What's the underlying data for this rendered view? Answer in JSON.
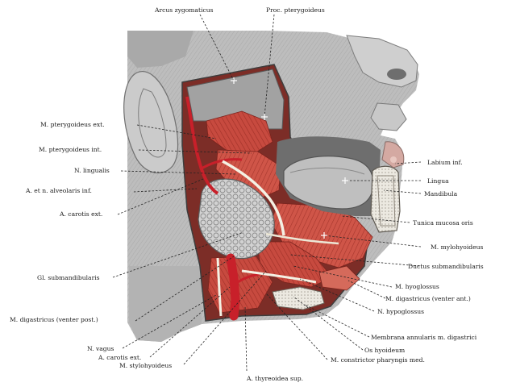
{
  "figure": {
    "labels": {
      "arcus_zygomaticus": "Arcus zygomaticus",
      "proc_pterygoideus": "Proc. pterygoideus",
      "m_pterygoideus_ext": "M. pterygoideus ext.",
      "m_pterygoideus_int": "M. pterygoideus int.",
      "n_lingualis": "N. lingualis",
      "a_n_alveolaris_inf": "A. et n. alveolaris inf.",
      "a_carotis_ext_upper": "A. carotis ext.",
      "gl_submandibularis": "Gl. submandibularis",
      "m_digastricus_post": "M. digastricus (venter post.)",
      "n_vagus": "N. vagus",
      "a_carotis_ext_lower": "A. carotis ext.",
      "m_stylohyoideus": "M. stylohyoideus",
      "a_thyreoidea_sup": "A. thyreoidea sup.",
      "labium_inf": "Labium inf.",
      "lingua": "Lingua",
      "mandibula": "Mandibula",
      "tunica_mucosa_oris": "Tunica mucosa oris",
      "m_mylohyoideus": "M. mylohyoideus",
      "ductus_submandibularis": "Ductus submandibularis",
      "m_hyoglossus": "M. hyoglossus",
      "m_digastricus_ant": "M. digastricus (venter ant.)",
      "n_hypoglossus": "N. hypoglossus",
      "membrana_annularis": "Membrana annularis m. digastrici",
      "os_hyoideum": "Os hyoideum",
      "m_constrictor": "M. constrictor pharyngis med."
    },
    "colors": {
      "background": "#ffffff",
      "skin": "#b9b9b9",
      "skin_dark": "#8f8f8f",
      "skin_light": "#d6d6d6",
      "muscle": "#c74a3f",
      "muscle_dark": "#9e2f27",
      "artery": "#c8202a",
      "gland": "#cfcfcf",
      "nerve": "#f4f1e4",
      "bone": "#e9e6df",
      "leader": "#222222"
    }
  }
}
